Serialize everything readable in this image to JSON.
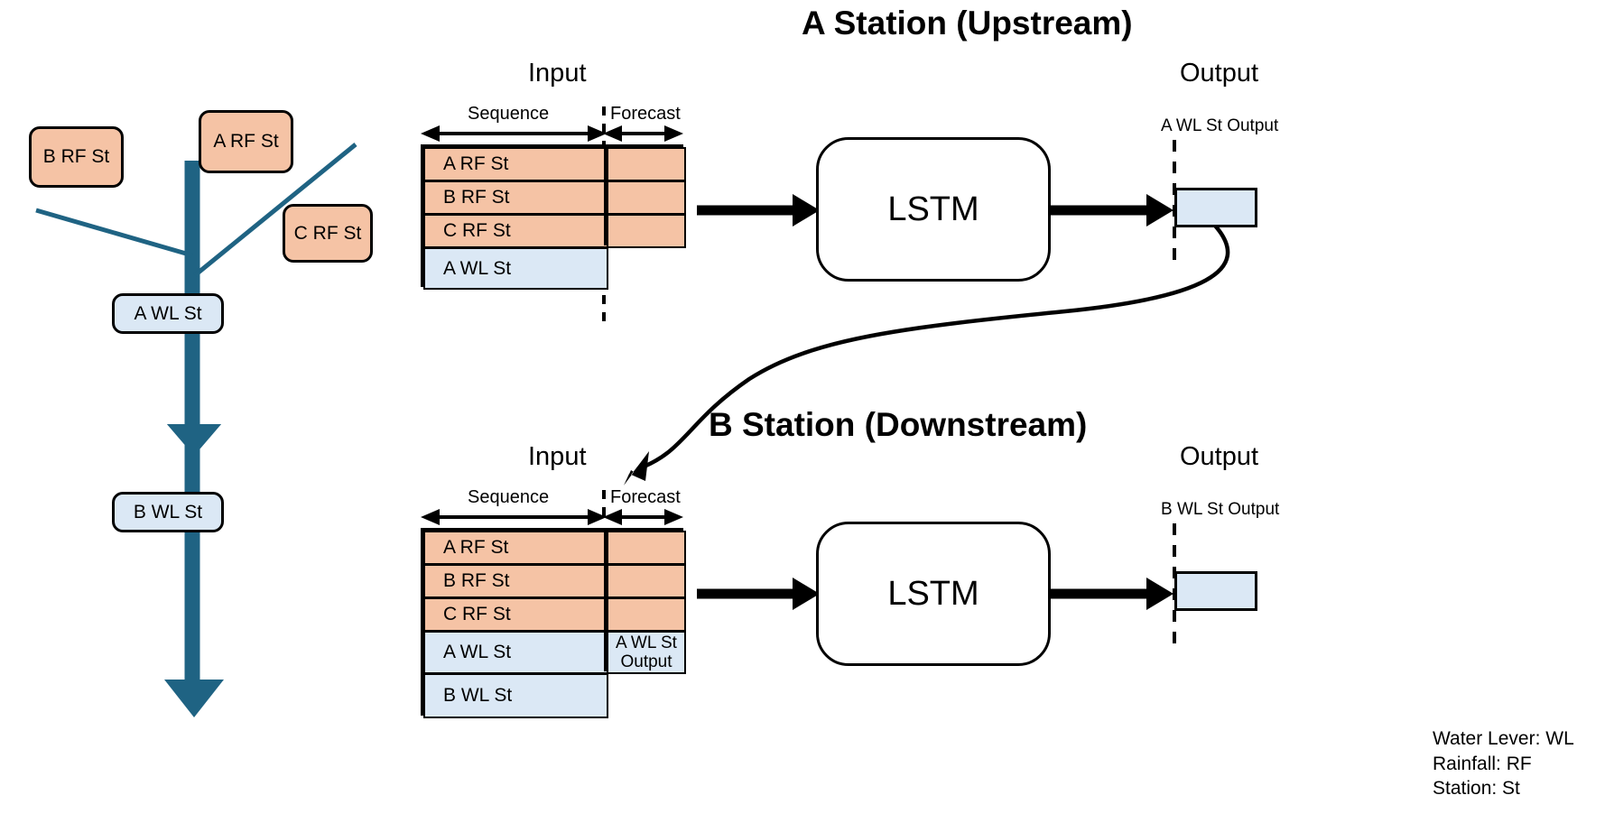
{
  "diagram": {
    "sections": [
      {
        "id": "a-station",
        "title": "A Station (Upstream)"
      },
      {
        "id": "b-station",
        "title": "B Station (Downstream)"
      }
    ],
    "river_map": {
      "stations": [
        {
          "name": "B RF St",
          "type": "rainfall"
        },
        {
          "name": "A RF St",
          "type": "rainfall"
        },
        {
          "name": "C RF St",
          "type": "rainfall"
        },
        {
          "name": "A WL St",
          "type": "water-level"
        },
        {
          "name": "B WL St",
          "type": "water-level"
        }
      ]
    },
    "upstream": {
      "input_title": "Input",
      "output_title": "Output",
      "sequence_label": "Sequence",
      "forecast_label": "Forecast",
      "model_label": "LSTM",
      "output_label": "A WL St Output",
      "rows": [
        {
          "name": "A RF St",
          "kind": "rainfall",
          "forecast": ""
        },
        {
          "name": "B RF St",
          "kind": "rainfall",
          "forecast": ""
        },
        {
          "name": "C RF St",
          "kind": "rainfall",
          "forecast": ""
        },
        {
          "name": "A WL St",
          "kind": "water-level",
          "forecast": null
        }
      ]
    },
    "downstream": {
      "input_title": "Input",
      "output_title": "Output",
      "sequence_label": "Sequence",
      "forecast_label": "Forecast",
      "model_label": "LSTM",
      "output_label": "B WL St Output",
      "rows": [
        {
          "name": "A RF St",
          "kind": "rainfall",
          "forecast": ""
        },
        {
          "name": "B RF St",
          "kind": "rainfall",
          "forecast": ""
        },
        {
          "name": "C RF St",
          "kind": "rainfall",
          "forecast": ""
        },
        {
          "name": "A WL St",
          "kind": "water-level",
          "forecast": "A WL St\nOutput"
        },
        {
          "name": "B WL St",
          "kind": "water-level",
          "forecast": null
        }
      ]
    },
    "legend": {
      "lines": [
        "Water Lever: WL",
        "Rainfall: RF",
        "Station: St"
      ]
    },
    "colors": {
      "rainfall_fill": "#f5c3a5",
      "water_level_fill": "#dbe8f5",
      "river_stroke": "#1f6383",
      "outline": "#000000"
    }
  }
}
